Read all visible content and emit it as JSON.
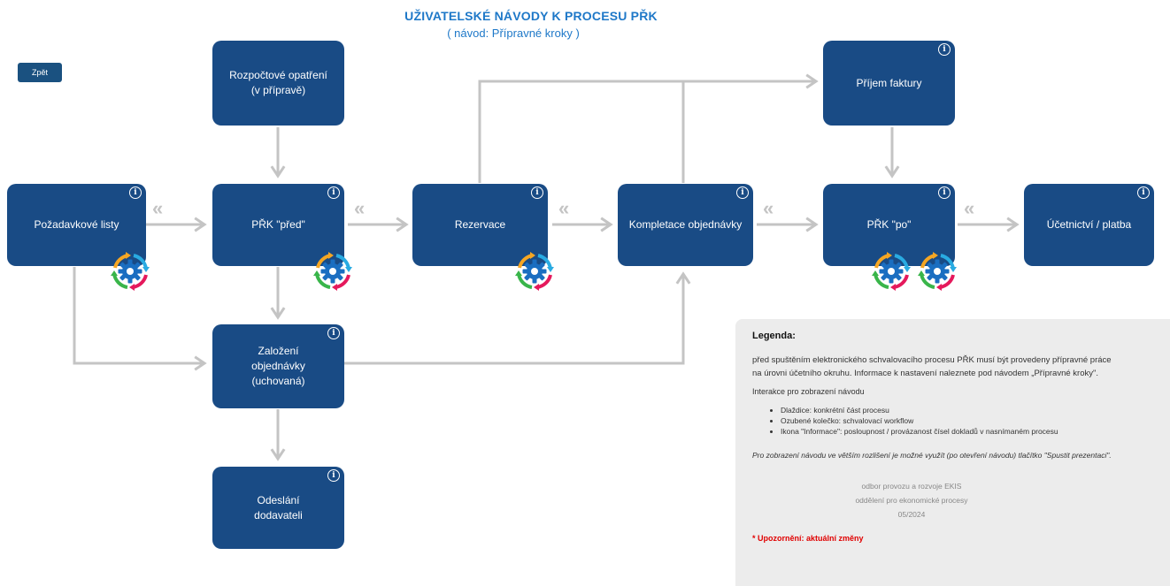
{
  "header": {
    "title": "UŽIVATELSKÉ NÁVODY K PROCESU PŘK",
    "subtitle": "( návod: Přípravné kroky )"
  },
  "back_label": "Zpět",
  "tiles": {
    "rozpoctove": "Rozpočtové opatření\n(v přípravě)",
    "pozadavkove": "Požadavkové listy",
    "prk_pred": "PŘK \"před\"",
    "rezervace": "Rezervace",
    "kompletace": "Kompletace objednávky",
    "prijem": "Příjem faktury",
    "prk_po": "PŘK \"po\"",
    "ucetnictvi": "Účetnictví / platba",
    "zalozeni": "Založení\nobjednávky\n(uchovaná)",
    "odeslani": "Odeslání\ndodavateli"
  },
  "icons": {
    "info": "i",
    "back_arrows": "«",
    "workflow": "workflow-gear-icon"
  },
  "legend": {
    "title": "Legenda:",
    "intro": "před spuštěním elektronického schvalovacího procesu PŘK musí být provedeny přípravné práce na úrovni účetního okruhu. Informace k nastavení naleznete pod návodem „Přípravné kroky\".",
    "subtitle": "Interakce pro zobrazení návodu",
    "items": [
      "Dlaždice: konkrétní část procesu",
      "Ozubené kolečko: schvalovací workflow",
      "Ikona \"Informace\": posloupnost / provázanost čísel dokladů v nasnímaném procesu"
    ],
    "note": "Pro zobrazení návodu ve větším rozlišení je možné využít (po otevření návodu) tlačítko \"Spustit prezentaci\".",
    "footer_line1": "odbor provozu a rozvoje EKIS",
    "footer_line2": "oddělení pro ekonomické procesy",
    "footer_line3": "05/2024",
    "warning": "* Upozornění: aktuální změny"
  },
  "colors": {
    "tile": "#194b85",
    "title": "#1e78c8",
    "arrow": "#c4c4c4",
    "warning": "#e00000",
    "gear_orange": "#f5a623",
    "gear_blue": "#29abe2",
    "gear_pink": "#e5195c",
    "gear_green": "#39b54a"
  }
}
